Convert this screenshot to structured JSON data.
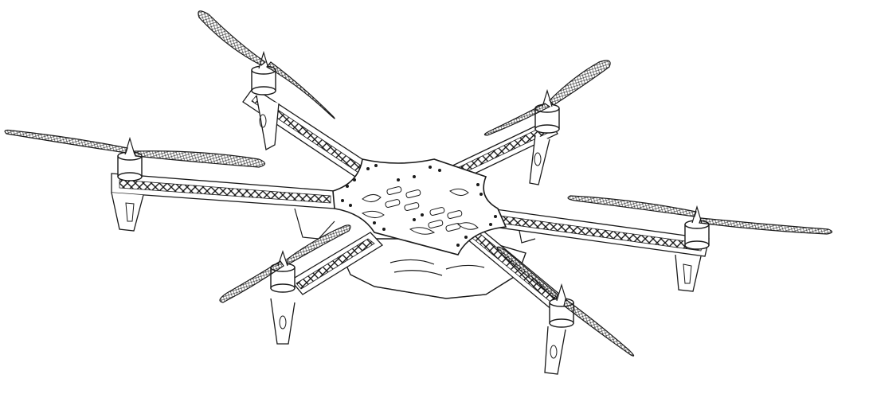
{
  "illustration": {
    "subject": "hexacopter-frame",
    "rotor_count": 6,
    "style": "black-line-art",
    "background": "#ffffff",
    "ink": "#1a1a1a",
    "fill": "#ffffff"
  }
}
